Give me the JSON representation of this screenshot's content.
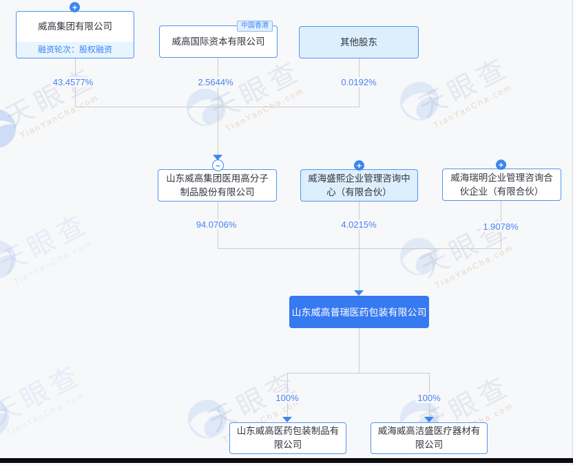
{
  "watermark": {
    "brand": "天眼查",
    "domain": "TianYanCha.com"
  },
  "icons": {
    "expand": "+",
    "collapse": "−",
    "arrow": "arrow-down",
    "eye_logo": "tianyancha-eye"
  },
  "colors": {
    "accent": "#3c87f0",
    "box_border": "#4f94f3",
    "box_tint_fill": "#ddeefc",
    "main_box_fill": "#3679f0",
    "percent_text": "#4a82ee",
    "connector_line": "#c9cbcf",
    "footer_fill": "#e8f4fe",
    "background": "#f7f8fa"
  },
  "diagram": {
    "shareholders": [
      {
        "name": "威高集团有限公司",
        "footer": "融资轮次：股权融资",
        "percent": "43.4577%"
      },
      {
        "name": "威高国际资本有限公司",
        "tag": "中国香港",
        "percent": "2.5644%"
      },
      {
        "name": "其他股东",
        "percent": "0.0192%"
      }
    ],
    "intermediates": [
      {
        "name": "山东威高集团医用高分子制品股份有限公司",
        "percent": "94.0706%"
      },
      {
        "name": "威海盛熙企业管理咨询中心（有限合伙）",
        "percent": "4.0215%"
      },
      {
        "name": "威海瑞明企业管理咨询合伙企业（有限合伙）",
        "percent": "1.9078%"
      }
    ],
    "company": {
      "name": "山东威高普瑞医药包装有限公司"
    },
    "subsidiaries": [
      {
        "name": "山东威高医药包装制品有限公司",
        "percent": "100%"
      },
      {
        "name": "威海威高洁盛医疗器材有限公司",
        "percent": "100%"
      }
    ]
  }
}
